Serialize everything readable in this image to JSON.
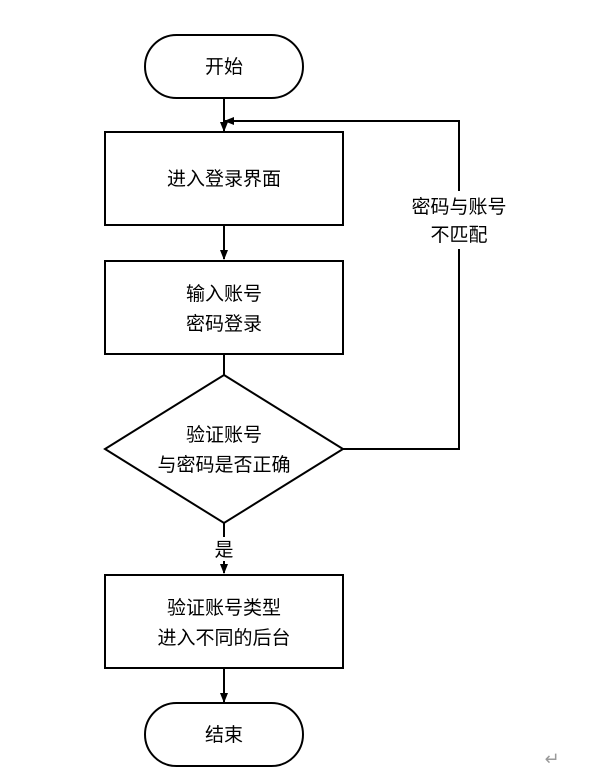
{
  "flowchart": {
    "start": "开始",
    "enter_login": [
      "进入登录界面"
    ],
    "input_credentials": [
      "输入账号",
      "密码登录"
    ],
    "verify": [
      "验证账号",
      "与密码是否正确"
    ],
    "verify_type": [
      "验证账号类型",
      "进入不同的后台"
    ],
    "end": "结束",
    "mismatch_label": [
      "密码与账号",
      "不匹配"
    ],
    "yes_label": "是"
  },
  "document": {
    "paragraph_mark": "↵"
  }
}
